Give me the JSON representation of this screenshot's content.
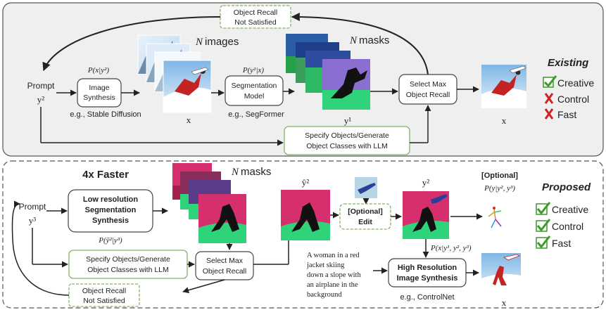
{
  "existing": {
    "recall_top": [
      "Object Recall",
      "Not Satisfied"
    ],
    "prompt": "Prompt",
    "prompt_var": "y²",
    "n_images": "images",
    "n_masks": "masks",
    "n_letter": "N",
    "p_image": "P(x|y²)",
    "image_synth": [
      "Image",
      "Synthesis"
    ],
    "eg_sd": "e.g., Stable Diffusion",
    "x_label": "x",
    "p_seg": "P(y¹|x)",
    "seg_model": [
      "Segmentation",
      "Model"
    ],
    "eg_seg": "e.g., SegFormer",
    "y1_label": "y¹",
    "select_max": [
      "Select Max",
      "Object Recall"
    ],
    "out_x": "x",
    "specify": [
      "Specify Objects/Generate",
      "Object Classes with LLM"
    ],
    "section_title": "Existing",
    "checks": [
      {
        "label": "Creative",
        "status": "yes"
      },
      {
        "label": "Control",
        "status": "no"
      },
      {
        "label": "Fast",
        "status": "no"
      }
    ]
  },
  "proposed": {
    "faster": "4x Faster",
    "n_masks": "masks",
    "n_letter": "N",
    "prompt": "Prompt",
    "prompt_var": "y³",
    "low_res": [
      "Low resolution",
      "Segmentation",
      "Synthesis"
    ],
    "p_low": "P(ŷ²|y³)",
    "y_hat": "ŷ²",
    "edit": [
      "[Optional]",
      "Edit"
    ],
    "y2": "y²",
    "optional_label": "[Optional]",
    "p_pose": "P(y|y², y³)",
    "specify": [
      "Specify Objects/Generate",
      "Object Classes with LLM"
    ],
    "select_max": [
      "Select Max",
      "Object Recall"
    ],
    "caption": [
      "A woman in a red",
      "jacket skiing",
      "down a slope with",
      "an airplane in the",
      "background"
    ],
    "p_high": "P(x|y¹, y², y³)",
    "high_res": [
      "High Resolution",
      "Image Synthesis"
    ],
    "eg_cn": "e.g., ControlNet",
    "out_x": "x",
    "recall_bottom": [
      "Object Recall",
      "Not Satisfied"
    ],
    "section_title": "Proposed",
    "checks": [
      {
        "label": "Creative",
        "status": "yes"
      },
      {
        "label": "Control",
        "status": "yes"
      },
      {
        "label": "Fast",
        "status": "yes"
      }
    ]
  },
  "colors": {
    "panel_bg": "#efefef",
    "green_border": "#82b366",
    "check_green": "#3a9a2a",
    "cross_red": "#d42020",
    "mask_pink": "#d62f6e",
    "mask_green": "#2fd37a",
    "mask_purple": "#8a6fd0",
    "sky_blue": "#cfe3f5"
  }
}
